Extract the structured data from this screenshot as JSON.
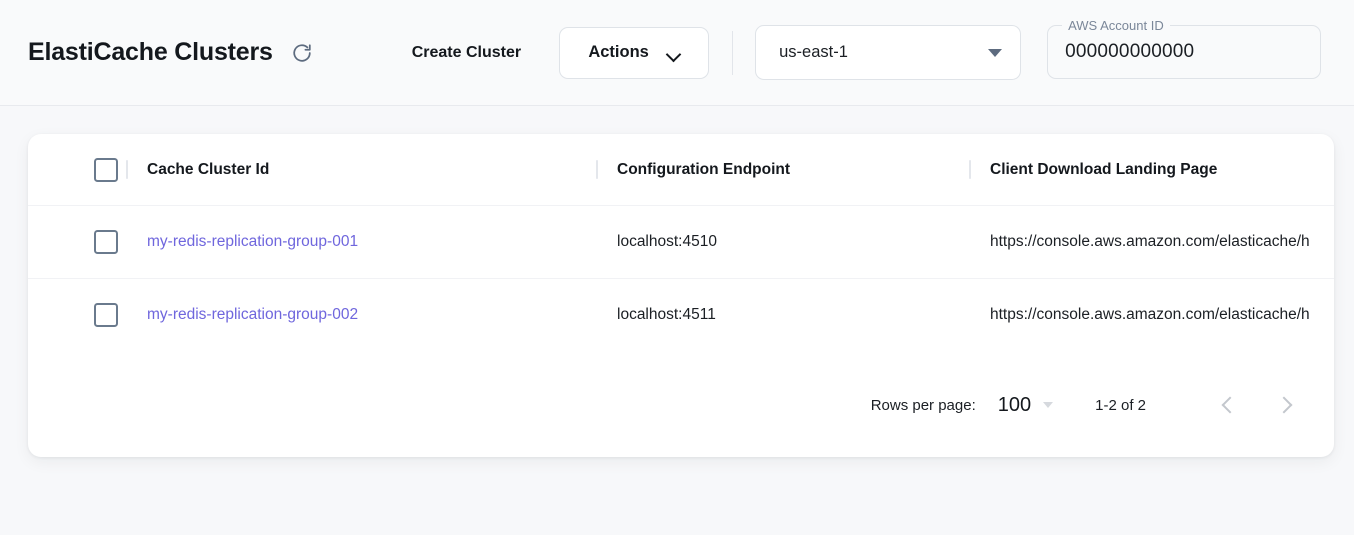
{
  "header": {
    "title": "ElastiCache Clusters",
    "refresh_icon": "refresh-icon",
    "create_cluster_label": "Create Cluster",
    "actions_label": "Actions",
    "actions_chevron_icon": "chevron-down-icon",
    "region": {
      "value": "us-east-1",
      "dropdown_icon": "triangle-down-icon"
    },
    "account": {
      "label": "AWS Account ID",
      "value": "000000000000",
      "placeholder": "AWS Account ID"
    }
  },
  "table": {
    "columns": [
      {
        "key": "select",
        "label": ""
      },
      {
        "key": "cache_cluster_id",
        "label": "Cache Cluster Id"
      },
      {
        "key": "configuration_endpoint",
        "label": "Configuration Endpoint"
      },
      {
        "key": "client_download_landing_page",
        "label": "Client Download Landing Page"
      }
    ],
    "rows": [
      {
        "cache_cluster_id": "my-redis-replication-group-001",
        "configuration_endpoint": "localhost:4510",
        "client_download_landing_page": "https://console.aws.amazon.com/elasticache/h"
      },
      {
        "cache_cluster_id": "my-redis-replication-group-002",
        "configuration_endpoint": "localhost:4511",
        "client_download_landing_page": "https://console.aws.amazon.com/elasticache/h"
      }
    ]
  },
  "pagination": {
    "rows_per_page_label": "Rows per page:",
    "rows_per_page_value": "100",
    "range_label": "1-2 of 2",
    "prev_icon": "chevron-left-icon",
    "next_icon": "chevron-right-icon"
  },
  "colors": {
    "link": "#6f66dd",
    "page_background": "#f7f8fa",
    "card_background": "#ffffff",
    "icon_slate": "#5d6b7f"
  }
}
